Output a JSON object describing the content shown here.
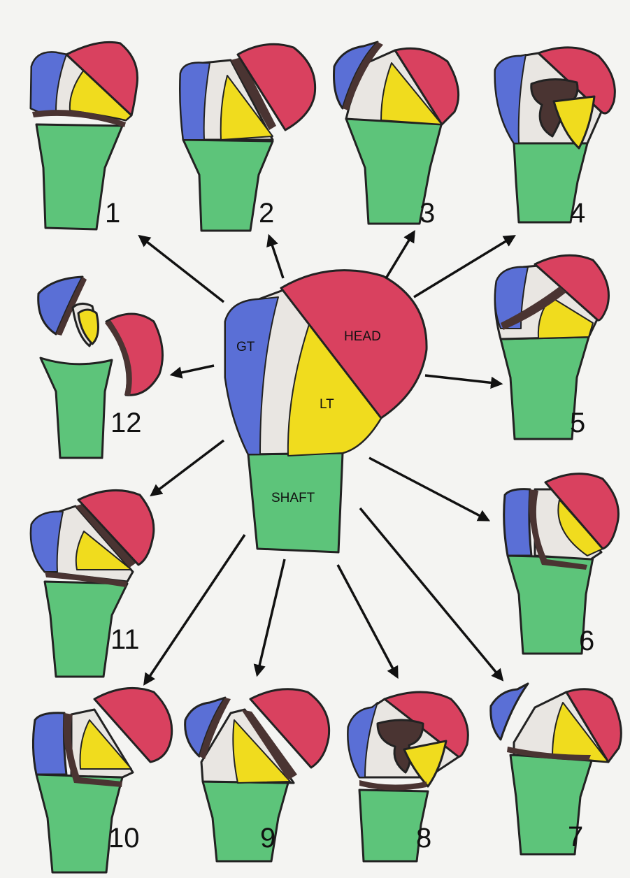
{
  "colors": {
    "head": "#d9415f",
    "greater_tuberosity": "#5a6fd6",
    "lesser_tuberosity": "#f0dc1e",
    "shaft": "#5dc47a",
    "bone_white": "#e9e6e2",
    "fracture_line": "#4a3432",
    "background": "#f4f4f2"
  },
  "center": {
    "labels": {
      "gt": "GT",
      "head": "HEAD",
      "lt": "LT",
      "shaft": "SHAFT"
    }
  },
  "variants": [
    {
      "number": "1"
    },
    {
      "number": "2"
    },
    {
      "number": "3"
    },
    {
      "number": "4"
    },
    {
      "number": "5"
    },
    {
      "number": "6"
    },
    {
      "number": "7"
    },
    {
      "number": "8"
    },
    {
      "number": "9"
    },
    {
      "number": "10"
    },
    {
      "number": "11"
    },
    {
      "number": "12"
    }
  ]
}
